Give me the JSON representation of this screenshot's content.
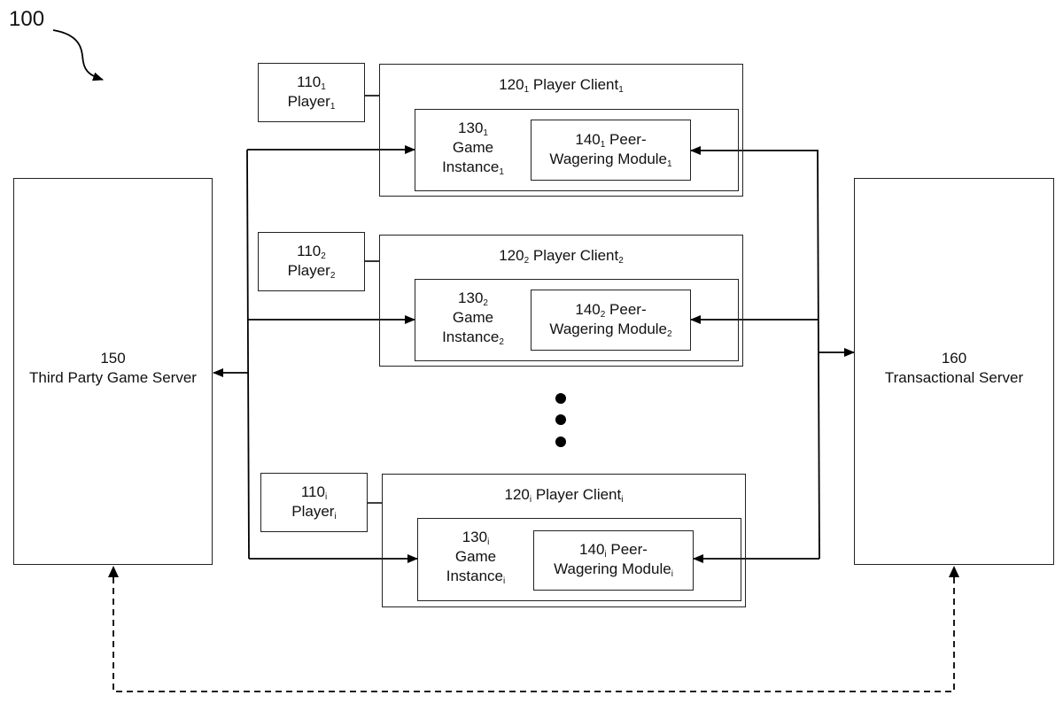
{
  "figure": {
    "reference": "100"
  },
  "servers": {
    "left": {
      "number": "150",
      "name": "Third Party Game Server"
    },
    "right": {
      "number": "160",
      "name": "Transactional Server"
    }
  },
  "clients": [
    {
      "player_num": "110",
      "player_sub": "1",
      "player_name": "Player",
      "client_num": "120",
      "client_sub": "1",
      "client_name": "Player Client",
      "game_num": "130",
      "game_sub": "1",
      "game_line1": "Game",
      "game_line2": "Instance",
      "module_num": "140",
      "module_sub": "1",
      "module_line1": "Peer-",
      "module_line2": "Wagering Module"
    },
    {
      "player_num": "110",
      "player_sub": "2",
      "player_name": "Player",
      "client_num": "120",
      "client_sub": "2",
      "client_name": "Player Client",
      "game_num": "130",
      "game_sub": "2",
      "game_line1": "Game",
      "game_line2": "Instance",
      "module_num": "140",
      "module_sub": "2",
      "module_line1": "Peer-",
      "module_line2": "Wagering Module"
    },
    {
      "player_num": "110",
      "player_sub": "i",
      "player_name": "Player",
      "client_num": "120",
      "client_sub": "i",
      "client_name": "Player Client",
      "game_num": "130",
      "game_sub": "i",
      "game_line1": "Game",
      "game_line2": "Instance",
      "module_num": "140",
      "module_sub": "i",
      "module_line1": "Peer-",
      "module_line2": "Wagering Module"
    }
  ],
  "ellipsis": "vertical-dots",
  "connections": [
    {
      "from": "game-server-bus",
      "to": "130_1",
      "style": "solid",
      "arrow": "end"
    },
    {
      "from": "game-server-bus",
      "to": "130_2",
      "style": "solid",
      "arrow": "end"
    },
    {
      "from": "game-server-bus",
      "to": "130_i",
      "style": "solid",
      "arrow": "end"
    },
    {
      "from": "game-server-bus",
      "to": "150",
      "style": "solid",
      "arrow": "end"
    },
    {
      "from": "transaction-bus",
      "to": "140_1",
      "style": "solid",
      "arrow": "end"
    },
    {
      "from": "transaction-bus",
      "to": "140_2",
      "style": "solid",
      "arrow": "end"
    },
    {
      "from": "transaction-bus",
      "to": "140_i",
      "style": "solid",
      "arrow": "end"
    },
    {
      "from": "transaction-bus",
      "to": "160",
      "style": "solid",
      "arrow": "end"
    },
    {
      "from": "150",
      "to": "160",
      "style": "dashed",
      "arrow": "both"
    }
  ]
}
